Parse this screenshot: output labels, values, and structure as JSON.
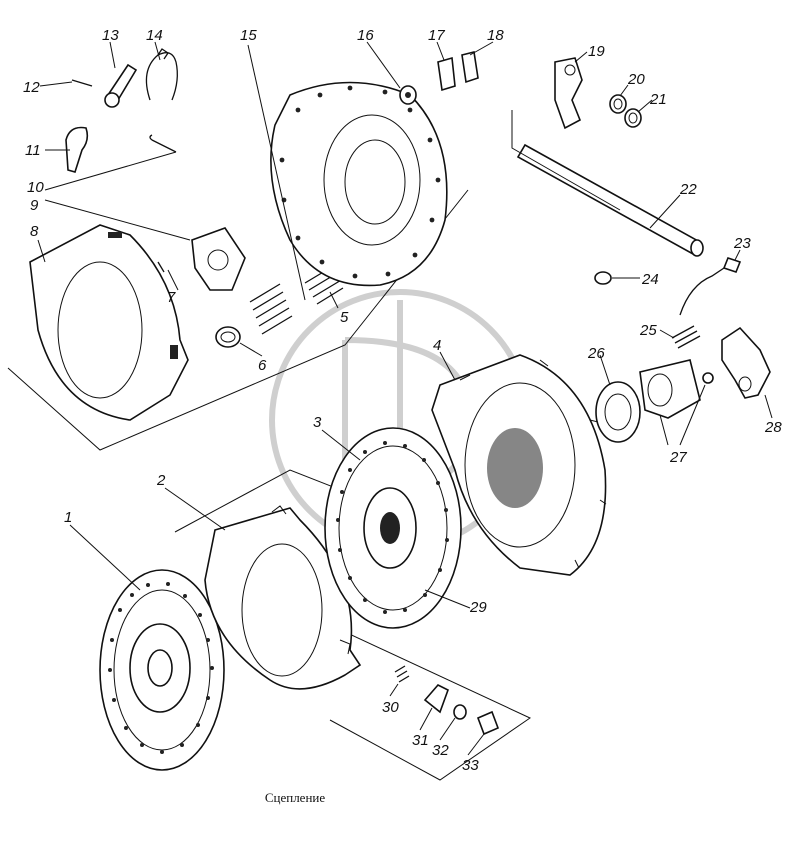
{
  "caption": "Сцепление",
  "labels": [
    "1",
    "2",
    "3",
    "4",
    "5",
    "6",
    "7",
    "8",
    "9",
    "10",
    "11",
    "12",
    "13",
    "14",
    "15",
    "16",
    "17",
    "18",
    "19",
    "20",
    "21",
    "22",
    "23",
    "24",
    "25",
    "26",
    "27",
    "28",
    "29",
    "30",
    "31",
    "32",
    "33"
  ]
}
